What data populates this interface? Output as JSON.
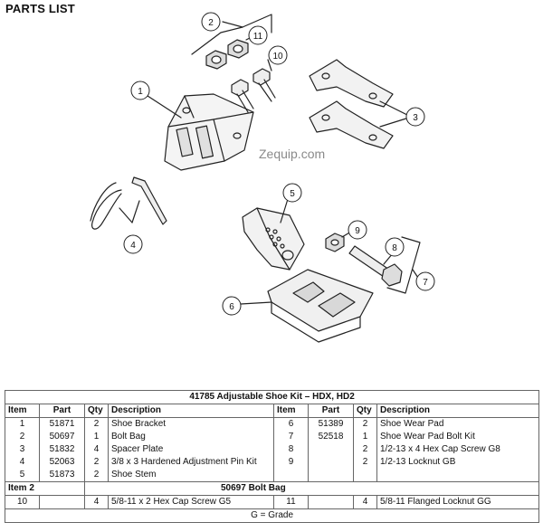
{
  "title": "PARTS LIST",
  "watermark": "Zequip.com",
  "callouts": {
    "c1": "1",
    "c2": "2",
    "c3": "3",
    "c4": "4",
    "c5": "5",
    "c6": "6",
    "c7": "7",
    "c8": "8",
    "c9": "9",
    "c10": "10",
    "c11": "11"
  },
  "table": {
    "kit_title": "41785  Adjustable Shoe Kit – HDX, HD2",
    "headers": [
      "Item",
      "Part",
      "Qty",
      "Description"
    ],
    "rows": [
      {
        "l_item": "1",
        "l_part": "51871",
        "l_qty": "2",
        "l_desc": "Shoe Bracket",
        "r_item": "6",
        "r_part": "51389",
        "r_qty": "2",
        "r_desc": "Shoe Wear Pad"
      },
      {
        "l_item": "2",
        "l_part": "50697",
        "l_qty": "1",
        "l_desc": "Bolt Bag",
        "r_item": "7",
        "r_part": "52518",
        "r_qty": "1",
        "r_desc": "Shoe Wear Pad Bolt Kit"
      },
      {
        "l_item": "3",
        "l_part": "51832",
        "l_qty": "4",
        "l_desc": "Spacer Plate",
        "r_item": "8",
        "r_part": "",
        "r_qty": "2",
        "r_desc": "1/2-13 x 4 Hex Cap Screw G8"
      },
      {
        "l_item": "4",
        "l_part": "52063",
        "l_qty": "2",
        "l_desc": "3/8 x 3 Hardened Adjustment Pin Kit",
        "r_item": "9",
        "r_part": "",
        "r_qty": "2",
        "r_desc": "1/2-13 Locknut GB"
      },
      {
        "l_item": "5",
        "l_part": "51873",
        "l_qty": "2",
        "l_desc": "Shoe Stem",
        "r_item": "",
        "r_part": "",
        "r_qty": "",
        "r_desc": ""
      }
    ],
    "sub_label": "Item 2",
    "sub_title": "50697  Bolt Bag",
    "sub_row": {
      "l_item": "10",
      "l_qty": "4",
      "l_desc": "5/8-11 x 2 Hex Cap Screw G5",
      "r_item": "11",
      "r_qty": "4",
      "r_desc": "5/8-11 Flanged Locknut GG"
    },
    "note": "G = Grade"
  }
}
